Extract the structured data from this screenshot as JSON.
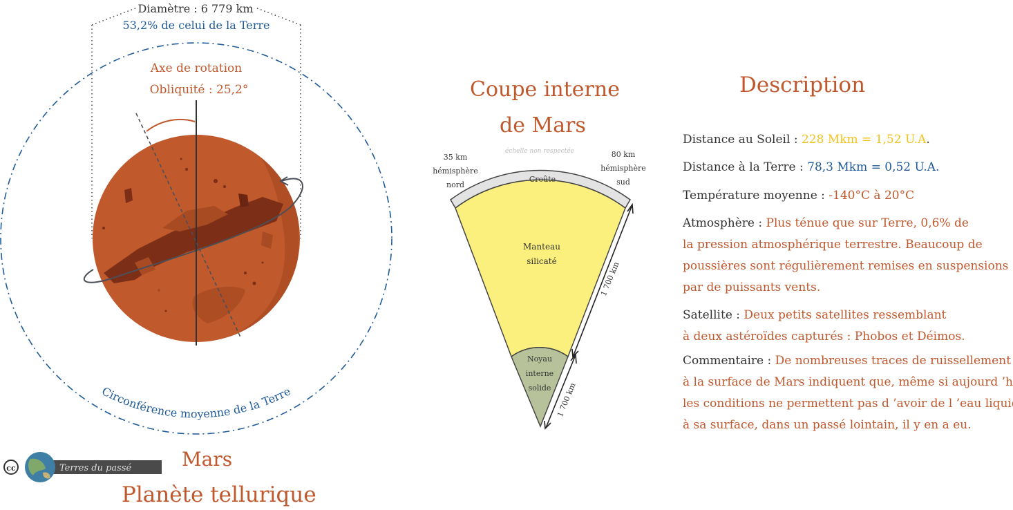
{
  "planet": {
    "diameter": "Diamètre : 6 779 km",
    "diameter_ratio": "53,2% de celui de la Terre",
    "axis_label": "Axe de rotation",
    "obliquity": "Obliquité : 25,2°",
    "earth_circumference": "Circonférence moyenne de la Terre",
    "name": "Mars",
    "type": "Planète tellurique"
  },
  "logo": {
    "cc": "cc",
    "text": "Terres du passé"
  },
  "section": {
    "line1": "Coupe interne",
    "line2": "de Mars",
    "scale_note": "échelle non respectée",
    "left_crust": [
      "35 km",
      "hémisphère",
      "nord"
    ],
    "right_crust": [
      "80 km",
      "hémisphère",
      "sud"
    ],
    "crust": "Croûte",
    "mantle": [
      "Manteau",
      "silicaté"
    ],
    "core": [
      "Noyau",
      "interne",
      "solide"
    ],
    "mantle_depth": "1 700 km",
    "core_depth": "1 700 km"
  },
  "description": {
    "title": "Description",
    "distance_sun_label": "Distance au Soleil : ",
    "distance_sun_value": "228 Mkm = 1,52 U.A",
    "distance_sun_end": ".",
    "distance_earth_label": "Distance à la Terre : ",
    "distance_earth_value": "78,3 Mkm = 0,52 U.A.",
    "temperature_label": "Température moyenne : ",
    "temperature_value": "-140°C à 20°C",
    "atmosphere_label": "Atmosphère : ",
    "atmosphere_1": "Plus ténue que sur Terre, 0,6% de",
    "atmosphere_2": "la pression atmosphérique terrestre. Beaucoup de",
    "atmosphere_3": "poussières sont régulièrement remises en suspensions",
    "atmosphere_4": "par de puissants vents.",
    "satellite_label": "Satellite : ",
    "satellite_1": "Deux petits satellites ressemblant",
    "satellite_2": "à deux astéroïdes capturés : Phobos et Déimos.",
    "comment_label": "Commentaire : ",
    "comment_1": "De nombreuses traces de ruissellement",
    "comment_2": "à la surface de Mars indiquent que, même si aujourd ’hui",
    "comment_3": "les conditions ne permettent pas d ’avoir de l ’eau liquide",
    "comment_4": "à sa surface, dans un passé lointain, il y en a eu."
  },
  "colors": {
    "accent": "#c0582d",
    "blue": "#1f5a99",
    "yellow": "#f2c21b",
    "mars": "#c0592b",
    "mantle": "#fbf07e",
    "core": "#b8c29a"
  }
}
